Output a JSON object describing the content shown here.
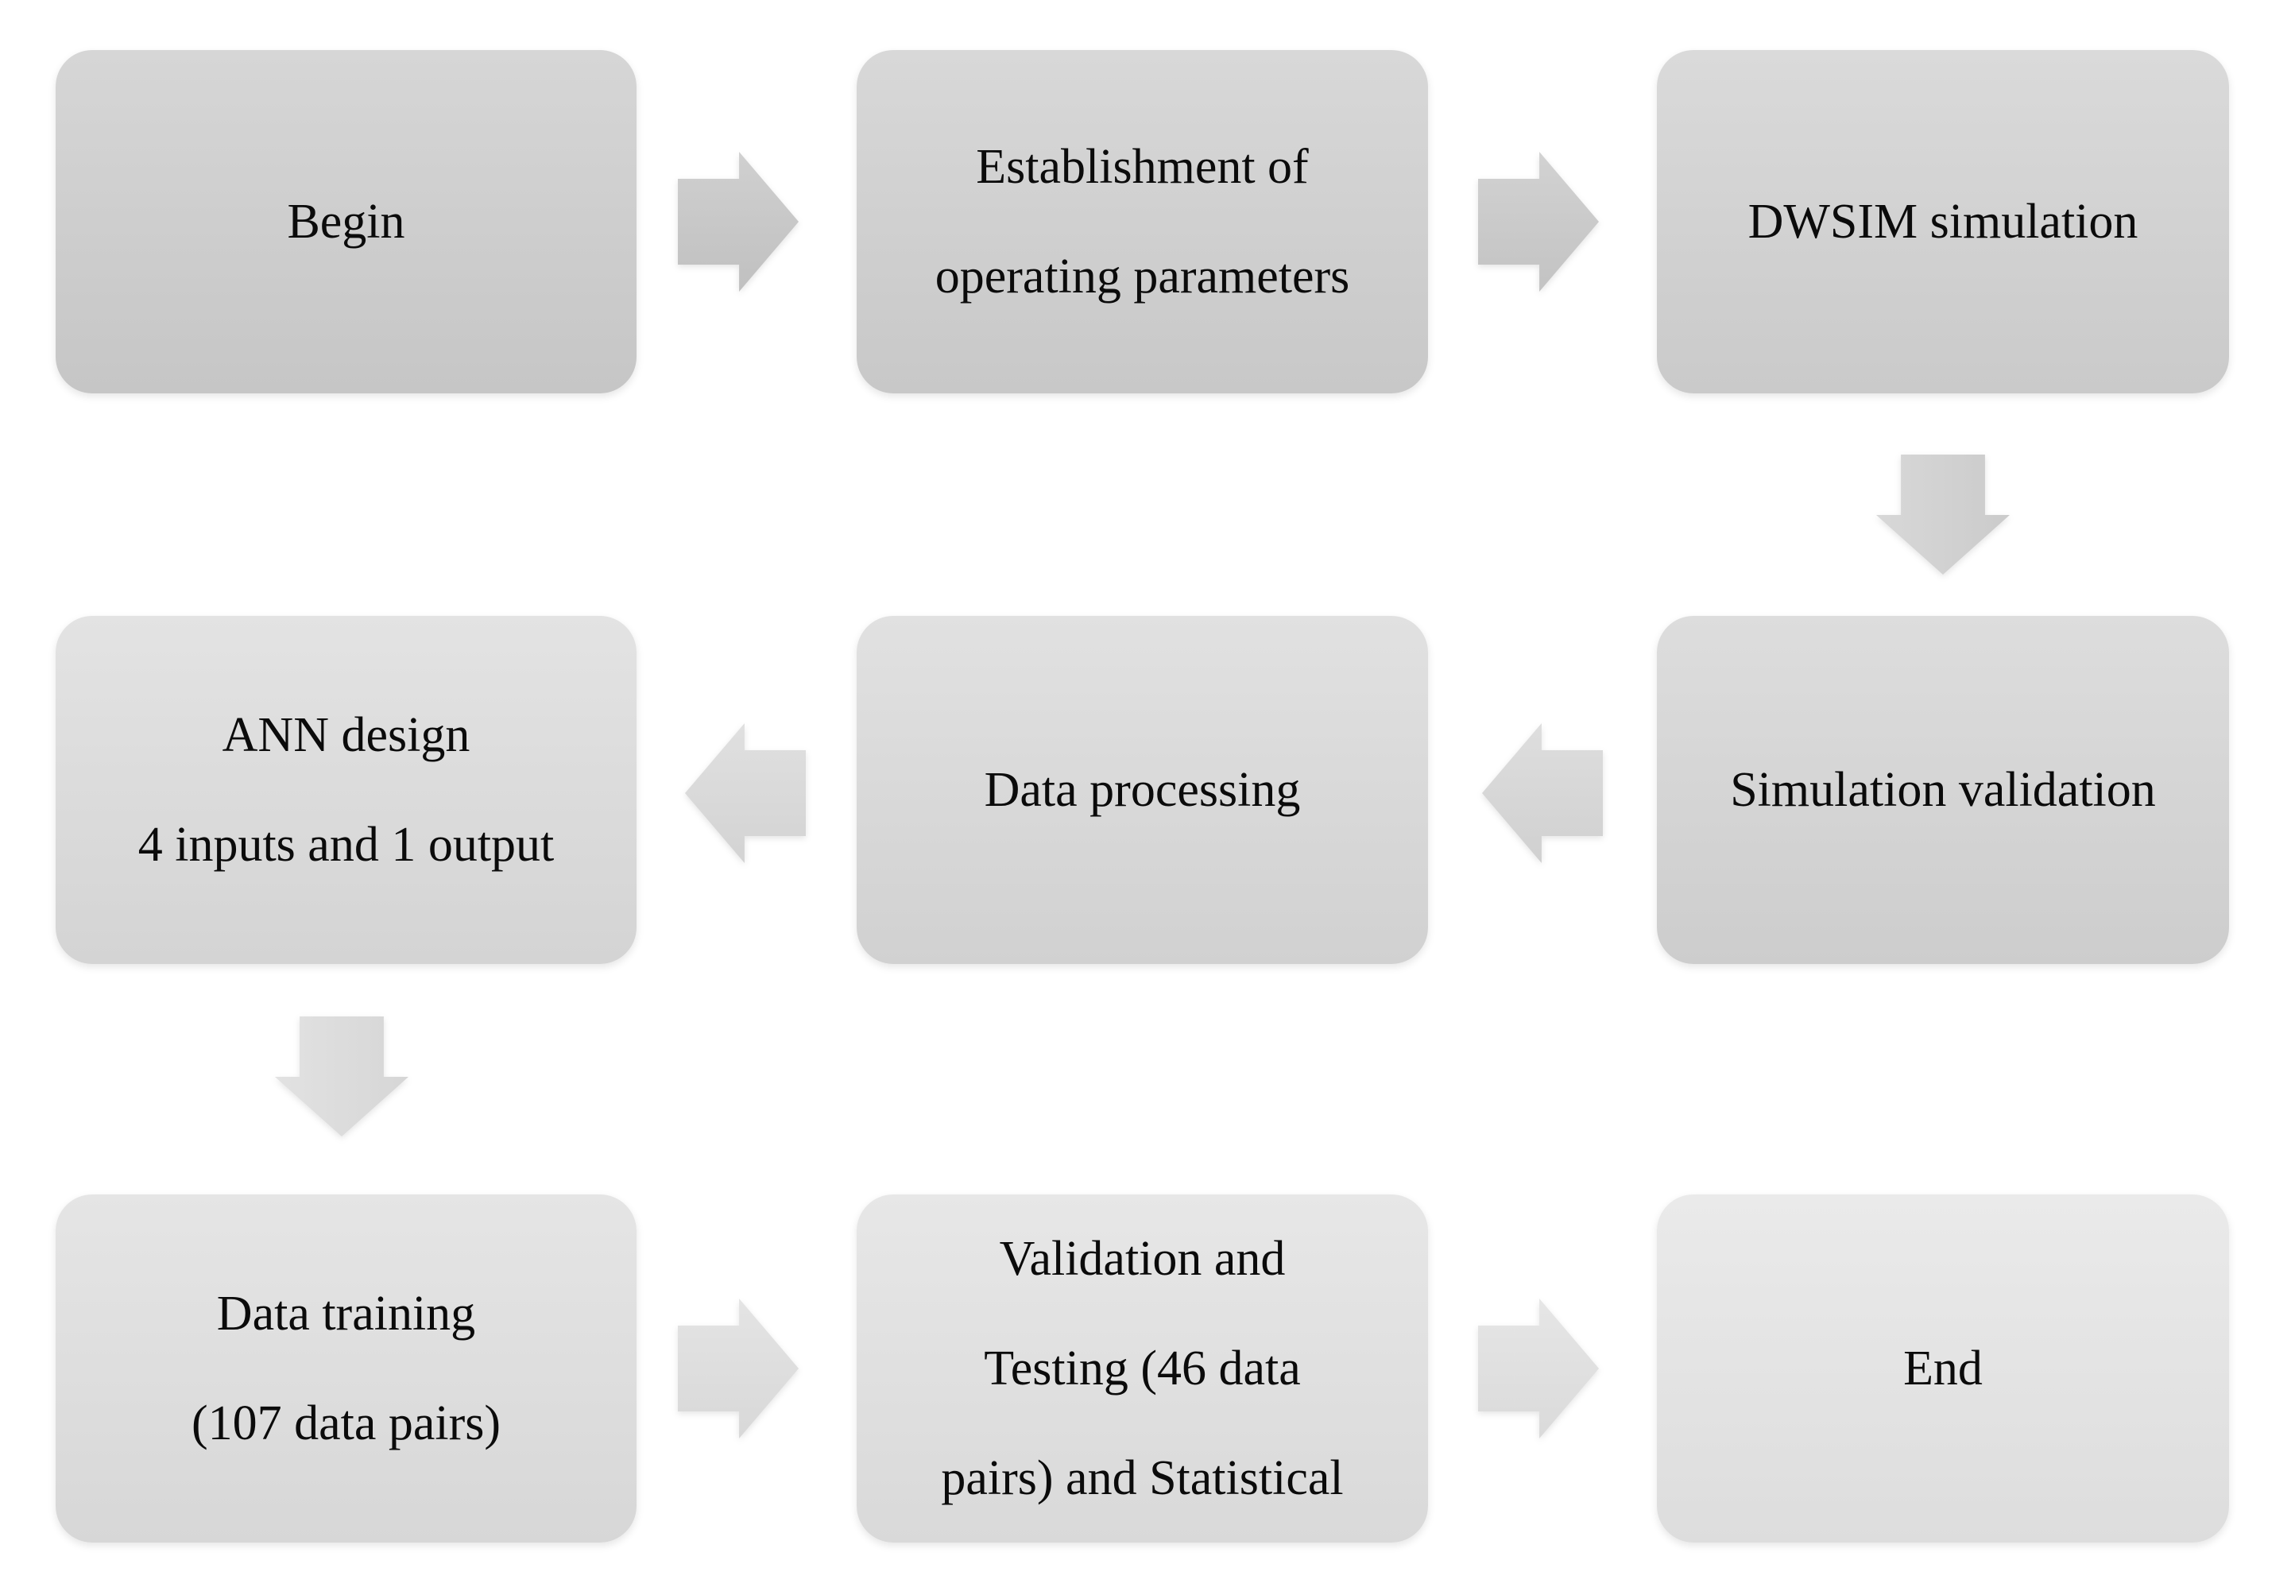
{
  "figure": {
    "type": "flowchart",
    "description": "Process flow diagram from Begin to End for DWSIM simulation and ANN modeling",
    "background": "#ffffff"
  },
  "palette": {
    "box_fill_darkest": "#c6c6c6",
    "box_fill_lightest": "#eaeaea",
    "arrow_fill_darkest": "#c0c0c0",
    "arrow_fill_lightest": "#e6e6e6",
    "text_color": "#0b0b0b"
  },
  "boxes": [
    {
      "id": "begin",
      "lines": [
        "Begin"
      ]
    },
    {
      "id": "establishment-of-operating-parameters",
      "lines": [
        "Establishment of",
        "operating parameters"
      ]
    },
    {
      "id": "dwsim-simulation",
      "lines": [
        "DWSIM simulation"
      ]
    },
    {
      "id": "simulation-validation",
      "lines": [
        "Simulation validation"
      ]
    },
    {
      "id": "data-processing",
      "lines": [
        "Data processing"
      ]
    },
    {
      "id": "ann-design",
      "lines": [
        "ANN design",
        "4 inputs and 1 output"
      ]
    },
    {
      "id": "data-training",
      "lines": [
        "Data training",
        "(107 data pairs)"
      ]
    },
    {
      "id": "validation-testing-statistical",
      "lines": [
        "Validation and",
        "Testing (46 data",
        "pairs) and Statistical"
      ]
    },
    {
      "id": "end",
      "lines": [
        "End"
      ]
    }
  ],
  "arrows": [
    {
      "id": "begin-to-establishment",
      "direction": "right"
    },
    {
      "id": "establishment-to-dwsim",
      "direction": "right"
    },
    {
      "id": "dwsim-to-simulation-validation",
      "direction": "down"
    },
    {
      "id": "simulation-validation-to-data-processing",
      "direction": "left"
    },
    {
      "id": "data-processing-to-ann-design",
      "direction": "left"
    },
    {
      "id": "ann-design-to-data-training",
      "direction": "down"
    },
    {
      "id": "data-training-to-validation-testing",
      "direction": "right"
    },
    {
      "id": "validation-testing-to-end",
      "direction": "right"
    }
  ]
}
